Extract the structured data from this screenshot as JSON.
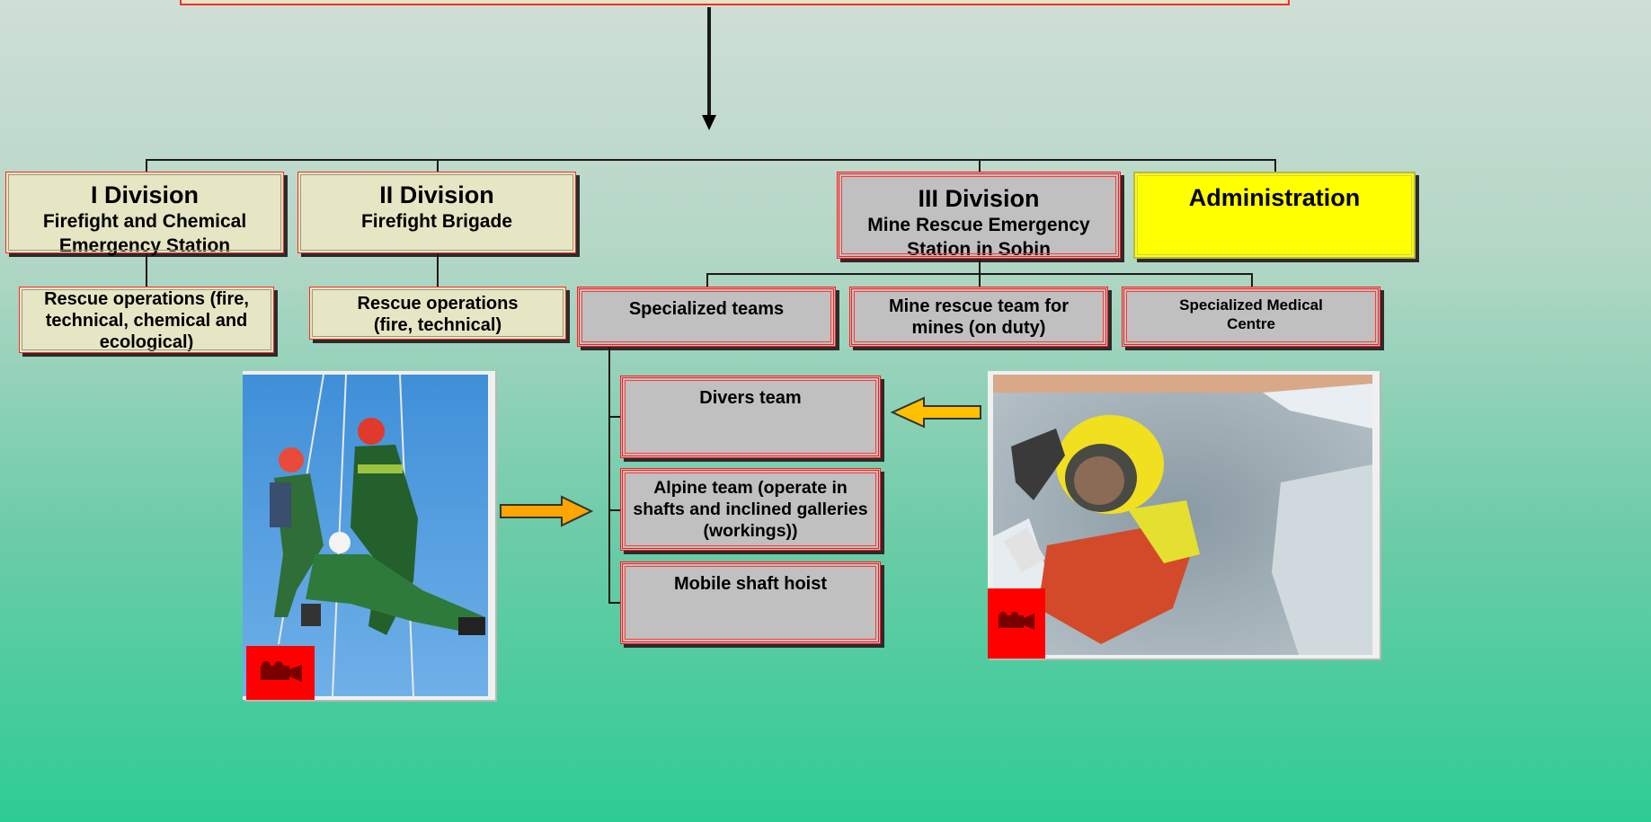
{
  "divisions": [
    {
      "title": "I Division",
      "subtitle": "Firefight and Chemical Emergency Station"
    },
    {
      "title": "II Division",
      "subtitle": "Firefight Brigade"
    },
    {
      "title": "III Division",
      "subtitle": "Mine Rescue Emergency Station in Sobin"
    },
    {
      "title": "Administration",
      "subtitle": ""
    }
  ],
  "operations": [
    {
      "label": "Rescue operations (fire, technical, chemical and ecological)"
    },
    {
      "label": "Rescue operations (fire, technical)"
    }
  ],
  "division3_units": [
    {
      "label": "Specialized teams"
    },
    {
      "label": "Mine rescue team for mines (on duty)"
    },
    {
      "label": "Specialized Medical Centre"
    }
  ],
  "specialized_teams": [
    {
      "label": "Divers team"
    },
    {
      "label": "Alpine team (operate in shafts and inclined galleries (workings))"
    },
    {
      "label": "Mobile shaft hoist"
    }
  ],
  "photos": {
    "left_icon": "camera-icon",
    "right_icon": "camera-icon"
  },
  "colors": {
    "box_border": "#ff1a1a",
    "beige_box": "#e6e6c4",
    "gray_box": "#c0c0c0",
    "admin_box": "#ffff00",
    "arrow_fill": "#ffa500"
  }
}
